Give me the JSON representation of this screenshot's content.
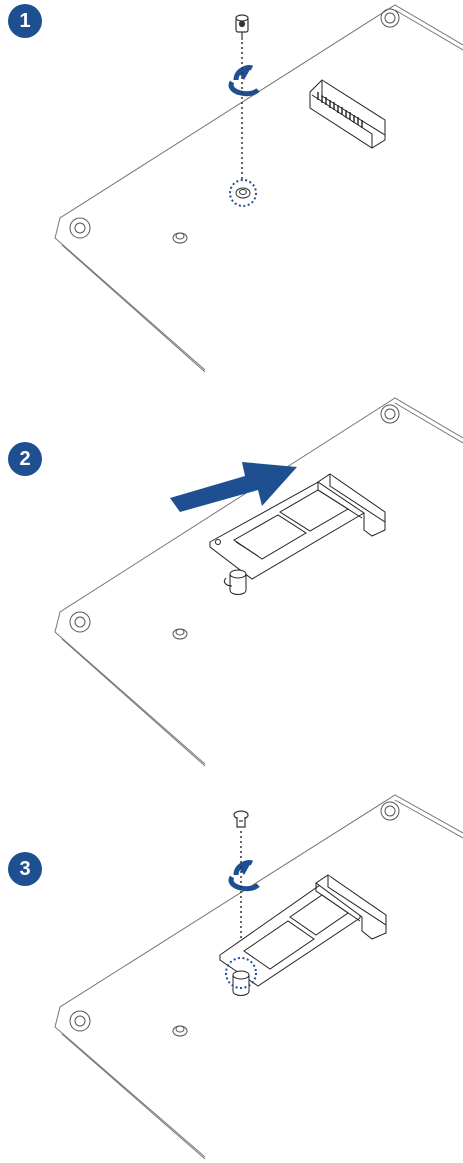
{
  "colors": {
    "step_badge": "#1d4f91",
    "accent_blue": "#1d4f91",
    "line": "#444444",
    "board_edge": "#777777"
  },
  "steps": [
    {
      "number": "1",
      "icons": [
        "screw-icon",
        "rotate-arrow-icon",
        "standoff-hole-icon",
        "m2-slot-icon"
      ]
    },
    {
      "number": "2",
      "icons": [
        "insert-arrow-icon",
        "ssd-module-icon",
        "m2-slot-icon"
      ]
    },
    {
      "number": "3",
      "icons": [
        "screw-icon",
        "rotate-arrow-icon",
        "ssd-module-icon",
        "m2-slot-icon"
      ]
    }
  ]
}
